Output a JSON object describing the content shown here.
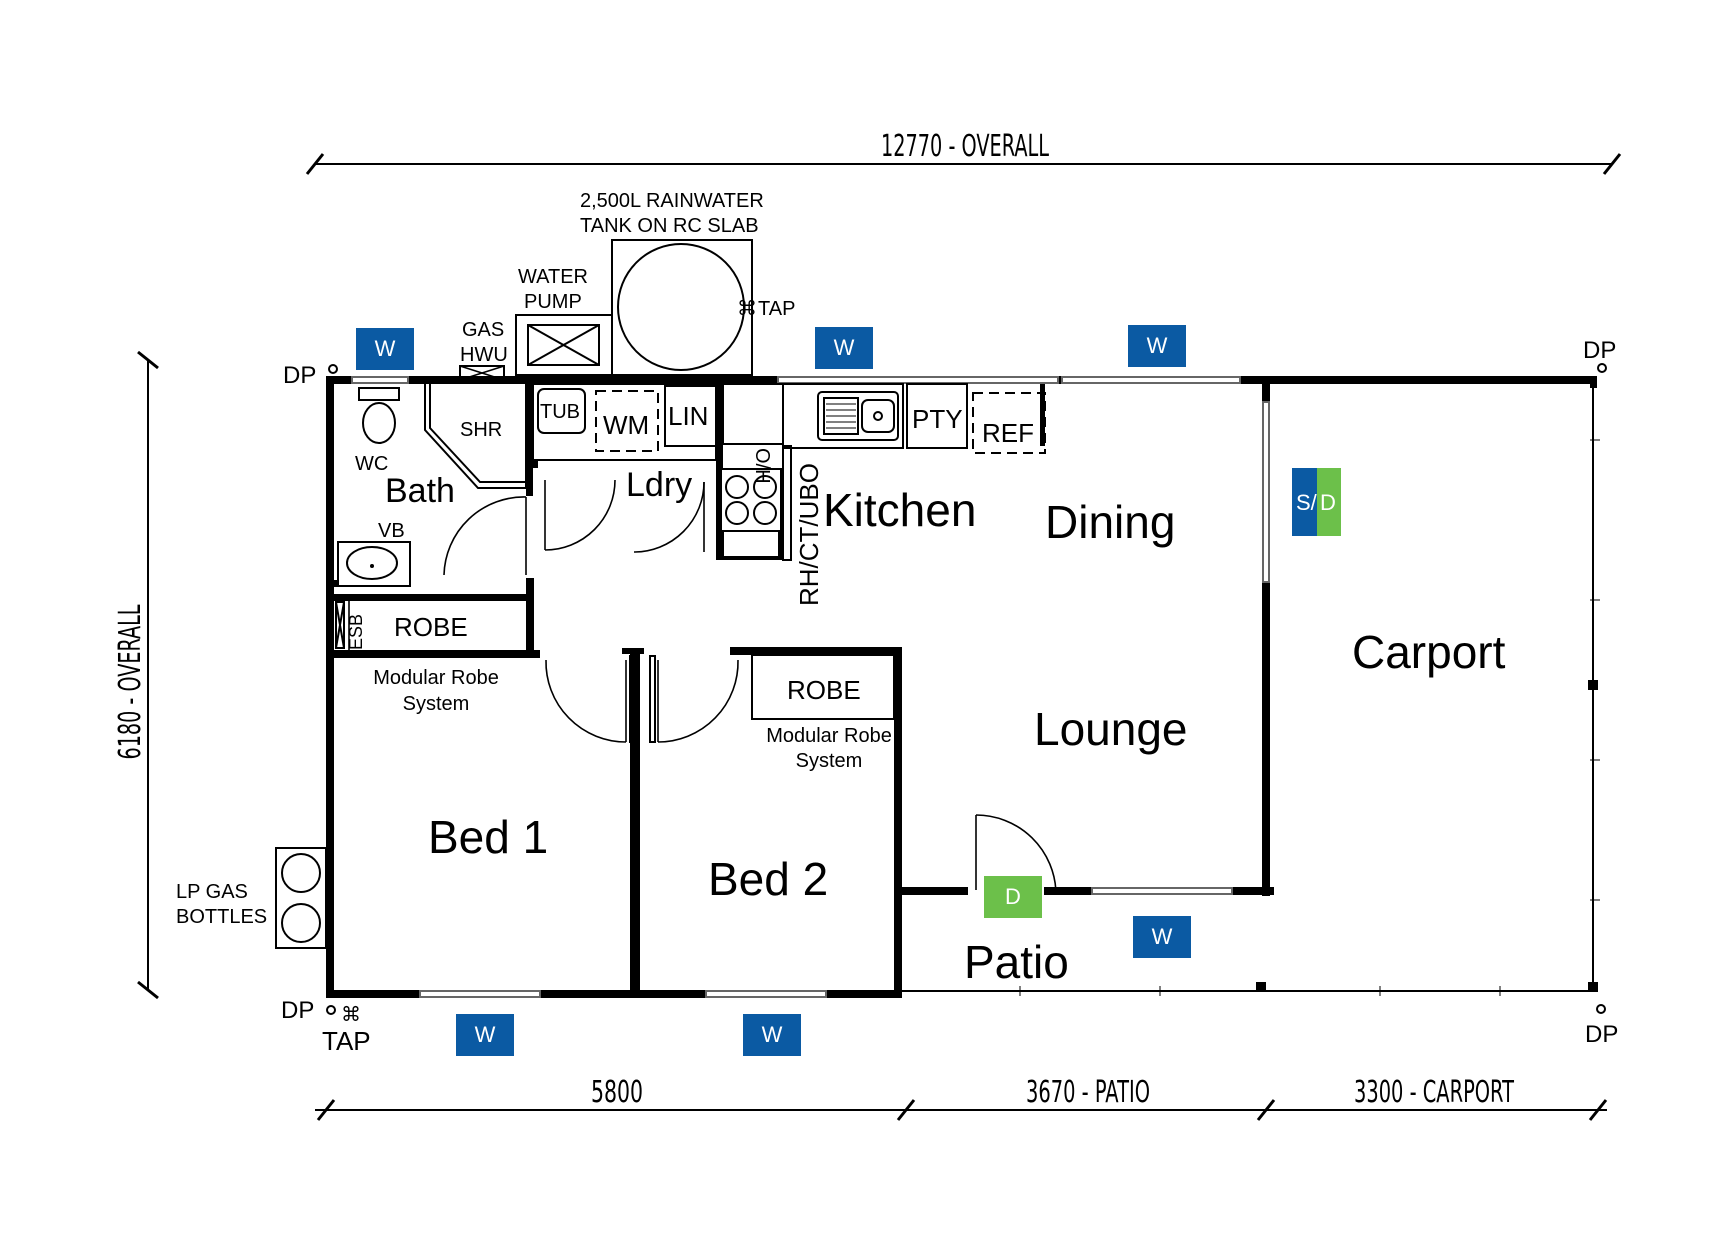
{
  "dimensions": {
    "overall_width": "12770 - OVERALL",
    "overall_depth": "6180 - OVERALL",
    "house": "5800",
    "patio": "3670 - PATIO",
    "carport": "3300 - CARPORT"
  },
  "rooms": {
    "bath": "Bath",
    "ldry": "Ldry",
    "kitchen": "Kitchen",
    "dining": "Dining",
    "lounge": "Lounge",
    "carport": "Carport",
    "bed1": "Bed 1",
    "bed2": "Bed 2",
    "patio": "Patio"
  },
  "fixtures": {
    "wc": "WC",
    "shr": "SHR",
    "vb": "VB",
    "tub": "TUB",
    "wm": "WM",
    "lin": "LIN",
    "oh": "O/H",
    "rh": "RH/CT/UBO",
    "pty": "PTY",
    "ref": "REF",
    "esb": "ESB",
    "robe1": "ROBE",
    "robe1_sub1": "Modular Robe",
    "robe1_sub2": "System",
    "robe2": "ROBE",
    "robe2_sub1": "Modular Robe",
    "robe2_sub2": "System"
  },
  "external": {
    "tank_line1": "2,500L RAINWATER",
    "tank_line2": "TANK ON RC SLAB",
    "pump_line1": "WATER",
    "pump_line2": "PUMP",
    "gas_line1": "GAS",
    "gas_line2": "HWU",
    "tap_top": "TAP",
    "tap_bottom": "TAP",
    "lp_line1": "LP GAS",
    "lp_line2": "BOTTLES",
    "dp_tl": "DP",
    "dp_tr": "DP",
    "dp_bl": "DP",
    "dp_br": "DP"
  },
  "markers": {
    "window": "W",
    "door": "D",
    "sliding_door_left": "S/",
    "sliding_door_right": "D"
  },
  "colors": {
    "window_marker": "#0b5aa3",
    "door_marker": "#6cc04a",
    "wall": "#000000"
  }
}
